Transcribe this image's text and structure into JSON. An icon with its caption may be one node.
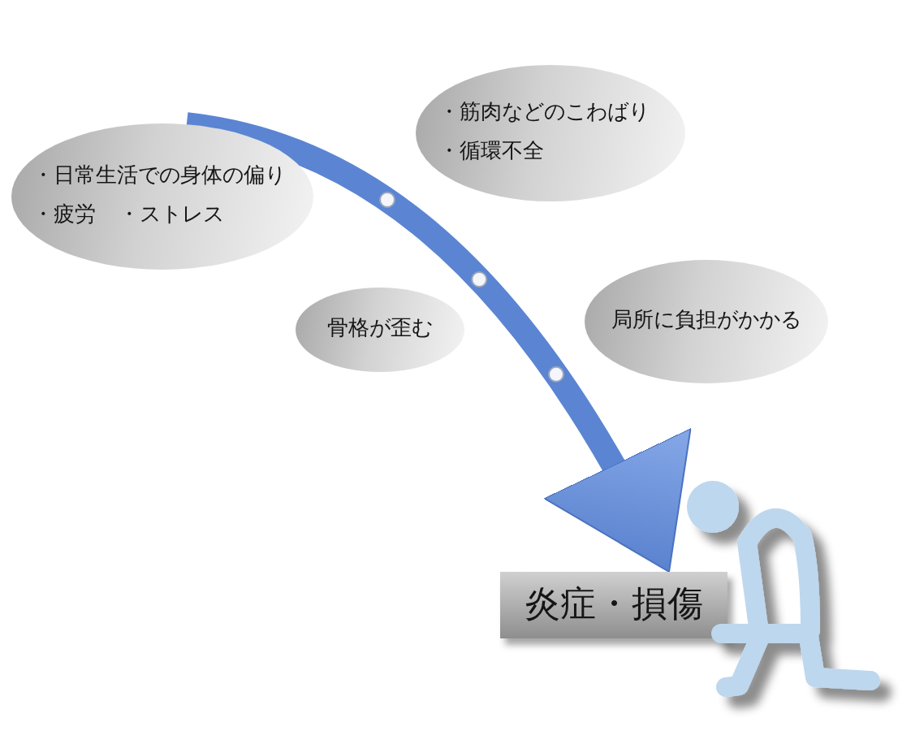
{
  "diagram": {
    "nodes": [
      {
        "text": [
          "・日常生活での身体の偏り",
          "・疲労",
          "・ストレス"
        ]
      },
      {
        "text": [
          "・筋肉などのこわばり",
          "・循環不全"
        ]
      },
      {
        "text": [
          "骨格が歪む"
        ]
      },
      {
        "text": [
          "局所に負担がかかる"
        ]
      },
      {
        "text": [
          "炎症・損傷"
        ]
      },
      {
        "text": [],
        "shape": "person"
      }
    ],
    "edges": [
      {
        "from": 0,
        "to": 4,
        "arrow": "to"
      }
    ]
  }
}
